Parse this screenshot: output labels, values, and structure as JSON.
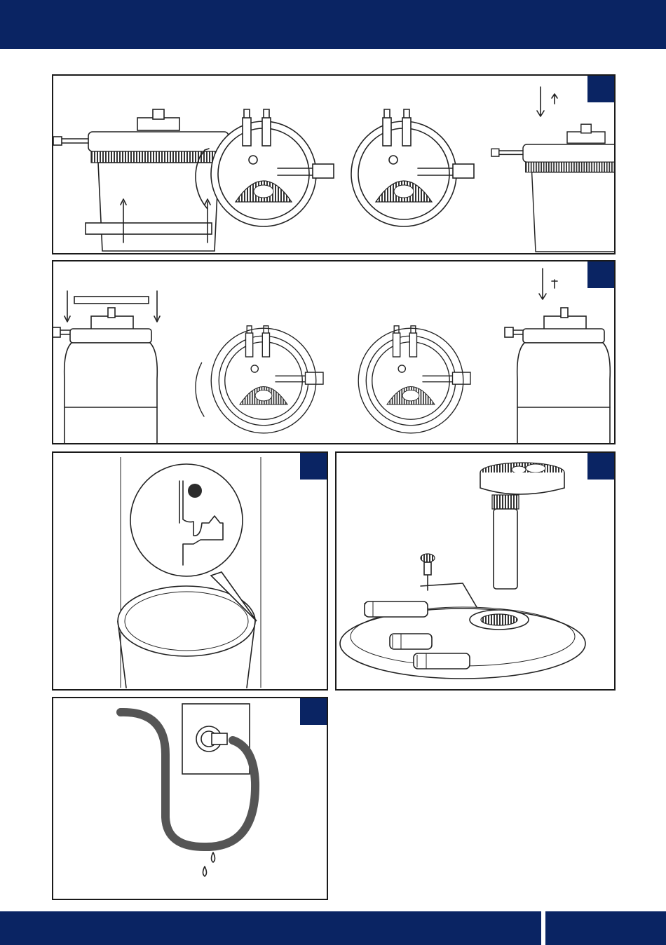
{
  "page": {
    "brand_color": "#0a2463",
    "background": "#ffffff"
  },
  "figures": [
    {
      "id": "panel-1",
      "icons": [
        "filter-tank-icon",
        "lid-top-view-icon",
        "lid-top-view-icon",
        "filter-tank-icon"
      ]
    },
    {
      "id": "panel-2",
      "icons": [
        "filter-tank-icon",
        "lid-top-view-icon",
        "lid-top-view-icon",
        "filter-tank-icon"
      ]
    },
    {
      "id": "panel-3",
      "icons": [
        "seal-detail-icon"
      ]
    },
    {
      "id": "panel-4",
      "icons": [
        "filter-lid-assembly-icon"
      ]
    },
    {
      "id": "panel-5",
      "icons": [
        "drain-hose-icon"
      ]
    }
  ]
}
